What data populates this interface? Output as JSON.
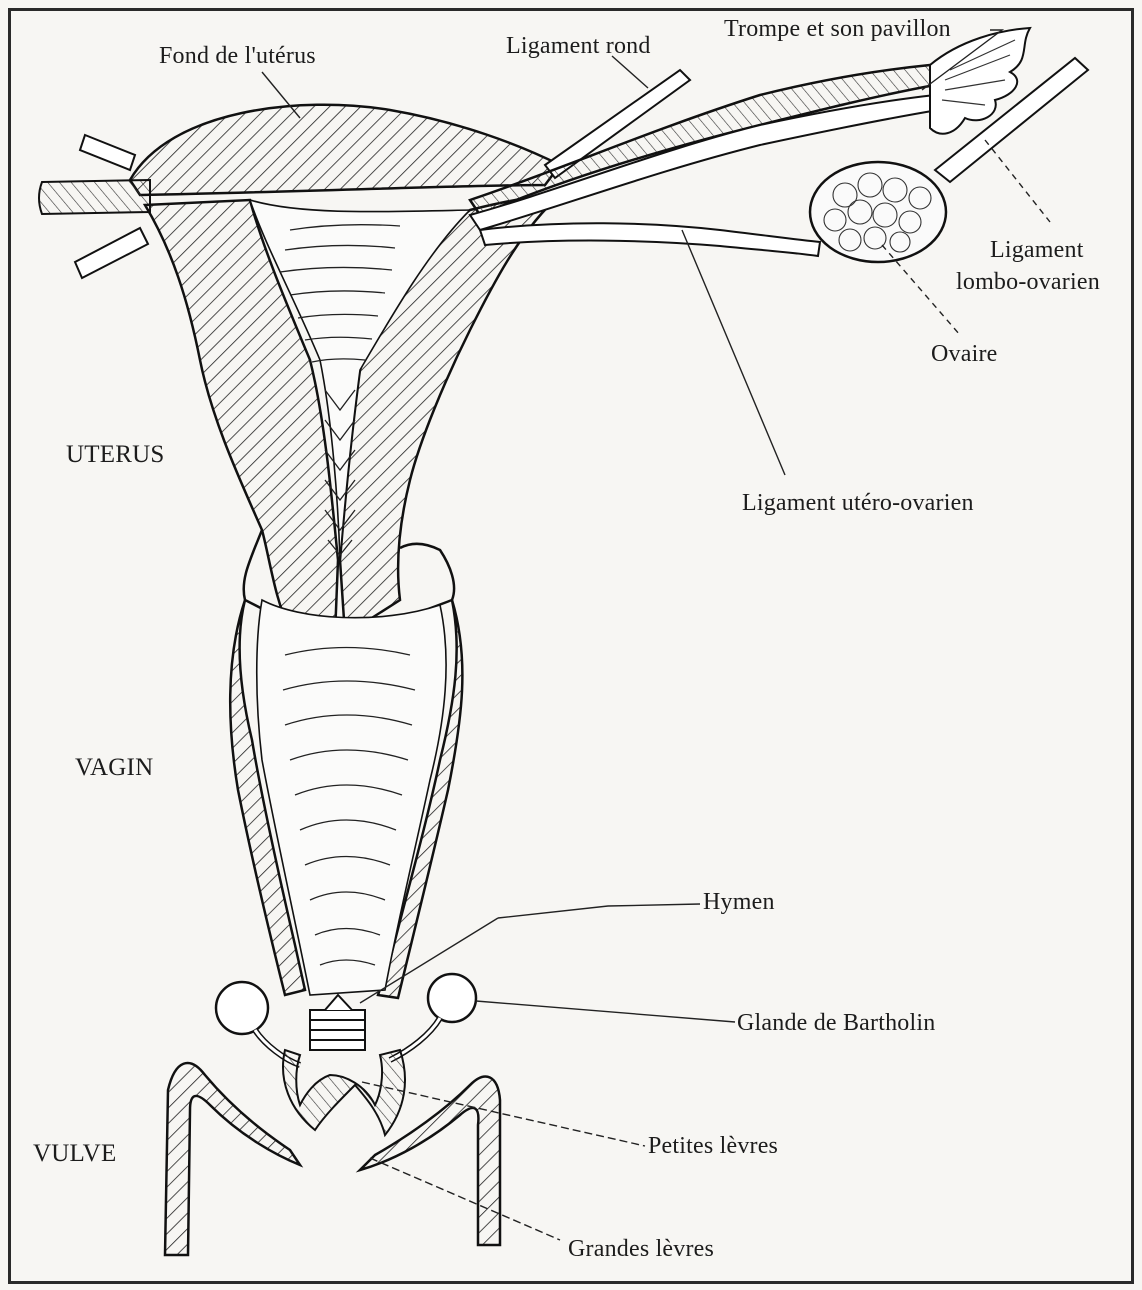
{
  "labels": {
    "fond_uterus": "Fond de l'utérus",
    "ligament_rond": "Ligament rond",
    "trompe": "Trompe et son pavillon",
    "ligament_lombo_line1": "Ligament",
    "ligament_lombo_line2": "lombo-ovarien",
    "ovaire": "Ovaire",
    "ligament_utero_ovarien": "Ligament utéro-ovarien",
    "hymen": "Hymen",
    "glande_bartholin": "Glande de Bartholin",
    "petites_levres": "Petites lèvres",
    "grandes_levres": "Grandes lèvres"
  },
  "regions": {
    "uterus": "UTERUS",
    "vagin": "VAGIN",
    "vulve": "VULVE"
  }
}
